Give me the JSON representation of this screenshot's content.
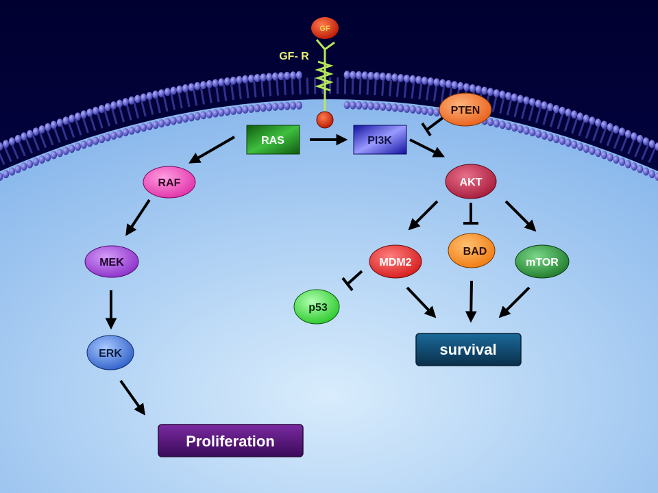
{
  "receptor": {
    "ligand": "GF",
    "label": "GF- R"
  },
  "nodes": {
    "ras": "RAS",
    "pi3k": "PI3K",
    "pten": "PTEN",
    "raf": "RAF",
    "akt": "AKT",
    "mek": "MEK",
    "mdm2": "MDM2",
    "bad": "BAD",
    "mtor": "mTOR",
    "p53": "p53",
    "erk": "ERK"
  },
  "outcomes": {
    "proliferation": "Proliferation",
    "survival": "survival"
  },
  "colors": {
    "background_dark": "#05053d",
    "cytoplasm_light": "#cfe7fb",
    "lipid_head": "#5555cc",
    "ras": "#2e9b2e",
    "pi3k": "#3a3ad6",
    "pten": "#f07a1e",
    "raf": "#f04ab8",
    "akt": "#c0304e",
    "mek": "#9a3fd0",
    "mdm2": "#e83030",
    "bad": "#f08a1a",
    "mtor": "#2f8f3a",
    "p53": "#3ad63a",
    "erk": "#3f6fd6",
    "proliferation": "#5a0f7a",
    "survival": "#0f4468",
    "receptor": "#b8e85a",
    "gf": "#d42b10"
  }
}
